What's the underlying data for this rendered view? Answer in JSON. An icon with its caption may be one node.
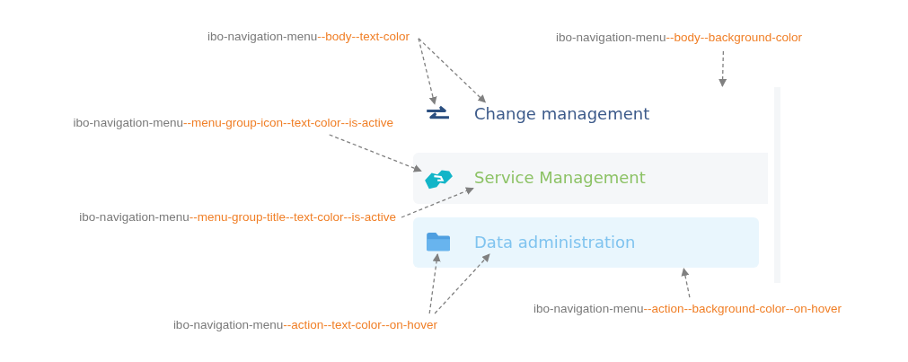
{
  "diagram": {
    "nodes": [
      {
        "text": [
          "ibo-navigation-menu",
          "--body--text-color"
        ]
      },
      {
        "text": [
          "ibo-navigation-menu",
          "--body--background-color"
        ]
      },
      {
        "text": [
          "ibo-navigation-menu",
          "--menu-group-icon--text-color--is-active"
        ]
      },
      {
        "text": [
          "ibo-navigation-menu",
          "--menu-group-title--text-color--is-active"
        ]
      },
      {
        "text": [
          "ibo-navigation-menu",
          "--action--text-color--on-hover"
        ]
      },
      {
        "text": [
          "ibo-navigation-menu",
          "--action--background-color--on-hover"
        ]
      },
      {
        "text": [],
        "shape": "box"
      },
      {
        "text": [],
        "shape": "picture",
        "in": 6
      },
      {
        "text": [
          "Change management"
        ],
        "in": 6
      },
      {
        "text": [],
        "shape": "picture",
        "in": 6
      },
      {
        "text": [
          "Service Management"
        ],
        "in": 6
      },
      {
        "text": [],
        "shape": "box",
        "in": 6
      },
      {
        "text": [],
        "shape": "picture",
        "in": 11
      },
      {
        "text": [
          "Data administration"
        ],
        "in": 11
      }
    ],
    "edges": [
      {
        "from": 0,
        "to": 7,
        "arrow": "to",
        "style": "dashed"
      },
      {
        "from": 0,
        "to": 8,
        "arrow": "to",
        "style": "dashed"
      },
      {
        "from": 1,
        "to": 6,
        "arrow": "to",
        "style": "dashed"
      },
      {
        "from": 2,
        "to": 9,
        "arrow": "to",
        "style": "dashed"
      },
      {
        "from": 3,
        "to": 10,
        "arrow": "to",
        "style": "dashed"
      },
      {
        "from": 4,
        "to": 12,
        "arrow": "to",
        "style": "dashed"
      },
      {
        "from": 4,
        "to": 13,
        "arrow": "to",
        "style": "dashed"
      },
      {
        "from": 5,
        "to": 11,
        "arrow": "to",
        "style": "dashed"
      }
    ]
  }
}
